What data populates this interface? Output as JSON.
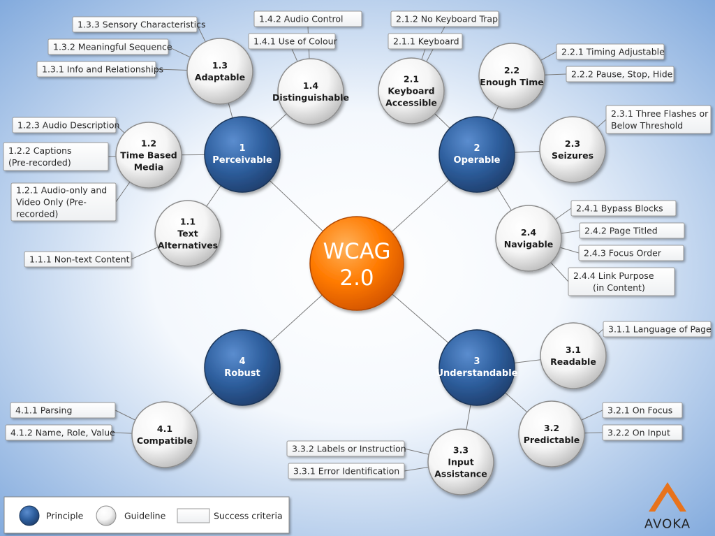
{
  "center": {
    "id": "center",
    "label": "WCAG\n2.0"
  },
  "principles": [
    {
      "id": "p1",
      "label": "1\nPerceivable"
    },
    {
      "id": "p2",
      "label": "2\nOperable"
    },
    {
      "id": "p3",
      "label": "3\nUnderstandable"
    },
    {
      "id": "p4",
      "label": "4\nRobust"
    }
  ],
  "guidelines": [
    {
      "id": "g1-1",
      "parent": "p1",
      "label": "1.1\nText\nAlternatives"
    },
    {
      "id": "g1-2",
      "parent": "p1",
      "label": "1.2\nTime Based\nMedia"
    },
    {
      "id": "g1-3",
      "parent": "p1",
      "label": "1.3\nAdaptable"
    },
    {
      "id": "g1-4",
      "parent": "p1",
      "label": "1.4\nDistinguishable"
    },
    {
      "id": "g2-1",
      "parent": "p2",
      "label": "2.1\nKeyboard\nAccessible"
    },
    {
      "id": "g2-2",
      "parent": "p2",
      "label": "2.2\nEnough Time"
    },
    {
      "id": "g2-3",
      "parent": "p2",
      "label": "2.3\nSeizures"
    },
    {
      "id": "g2-4",
      "parent": "p2",
      "label": "2.4\nNavigable"
    },
    {
      "id": "g3-1",
      "parent": "p3",
      "label": "3.1\nReadable"
    },
    {
      "id": "g3-2",
      "parent": "p3",
      "label": "3.2\nPredictable"
    },
    {
      "id": "g3-3",
      "parent": "p3",
      "label": "3.3\nInput\nAssistance"
    },
    {
      "id": "g4-1",
      "parent": "p4",
      "label": "4.1\nCompatible"
    }
  ],
  "criteria": [
    {
      "id": "sc1-1-1",
      "parent": "g1-1",
      "label": "1.1.1 Non-text Content"
    },
    {
      "id": "sc1-2-1",
      "parent": "g1-2",
      "label": "1.2.1 Audio-only and\nVideo Only (Pre-\nrecorded)"
    },
    {
      "id": "sc1-2-2",
      "parent": "g1-2",
      "label": "1.2.2 Captions\n(Pre-recorded)"
    },
    {
      "id": "sc1-2-3",
      "parent": "g1-2",
      "label": "1.2.3 Audio Description"
    },
    {
      "id": "sc1-3-1",
      "parent": "g1-3",
      "label": "1.3.1 Info and Relationships"
    },
    {
      "id": "sc1-3-2",
      "parent": "g1-3",
      "label": "1.3.2 Meaningful Sequence"
    },
    {
      "id": "sc1-3-3",
      "parent": "g1-3",
      "label": "1.3.3 Sensory Characteristics"
    },
    {
      "id": "sc1-4-1",
      "parent": "g1-4",
      "label": "1.4.1 Use of Colour"
    },
    {
      "id": "sc1-4-2",
      "parent": "g1-4",
      "label": "1.4.2 Audio Control"
    },
    {
      "id": "sc2-1-1",
      "parent": "g2-1",
      "label": "2.1.1 Keyboard"
    },
    {
      "id": "sc2-1-2",
      "parent": "g2-1",
      "label": "2.1.2 No Keyboard Trap"
    },
    {
      "id": "sc2-2-1",
      "parent": "g2-2",
      "label": "2.2.1 Timing Adjustable"
    },
    {
      "id": "sc2-2-2",
      "parent": "g2-2",
      "label": "2.2.2 Pause, Stop, Hide"
    },
    {
      "id": "sc2-3-1",
      "parent": "g2-3",
      "label": "2.3.1 Three Flashes or\nBelow Threshold"
    },
    {
      "id": "sc2-4-1",
      "parent": "g2-4",
      "label": "2.4.1 Bypass Blocks"
    },
    {
      "id": "sc2-4-2",
      "parent": "g2-4",
      "label": "2.4.2 Page Titled"
    },
    {
      "id": "sc2-4-3",
      "parent": "g2-4",
      "label": "2.4.3 Focus Order"
    },
    {
      "id": "sc2-4-4",
      "parent": "g2-4",
      "label": "2.4.4 Link Purpose\n(in Content)"
    },
    {
      "id": "sc3-1-1",
      "parent": "g3-1",
      "label": "3.1.1 Language of Page"
    },
    {
      "id": "sc3-2-1",
      "parent": "g3-2",
      "label": "3.2.1 On Focus"
    },
    {
      "id": "sc3-2-2",
      "parent": "g3-2",
      "label": "3.2.2 On Input"
    },
    {
      "id": "sc3-3-1",
      "parent": "g3-3",
      "label": "3.3.1 Error Identification"
    },
    {
      "id": "sc3-3-2",
      "parent": "g3-3",
      "label": "3.3.2 Labels or Instruction"
    },
    {
      "id": "sc4-1-1",
      "parent": "g4-1",
      "label": "4.1.1 Parsing"
    },
    {
      "id": "sc4-1-2",
      "parent": "g4-1",
      "label": "4.1.2 Name, Role, Value"
    }
  ],
  "legend": {
    "principle": "Principle",
    "guideline": "Guideline",
    "success": "Success criteria"
  },
  "logo": {
    "text": "AVOKA"
  },
  "colors": {
    "center_fill": "#ff7a00",
    "center_dark": "#d35400",
    "principle_fill": "#2e5f9e",
    "principle_dark": "#1f3f6e",
    "guideline_fill": "#f5f5f5",
    "guideline_dark": "#bdbdbd",
    "line": "#7a7a7a",
    "bg_inner": "#ffffff",
    "bg_outer": "#7fa8dc",
    "logo_orange": "#e8731c"
  }
}
